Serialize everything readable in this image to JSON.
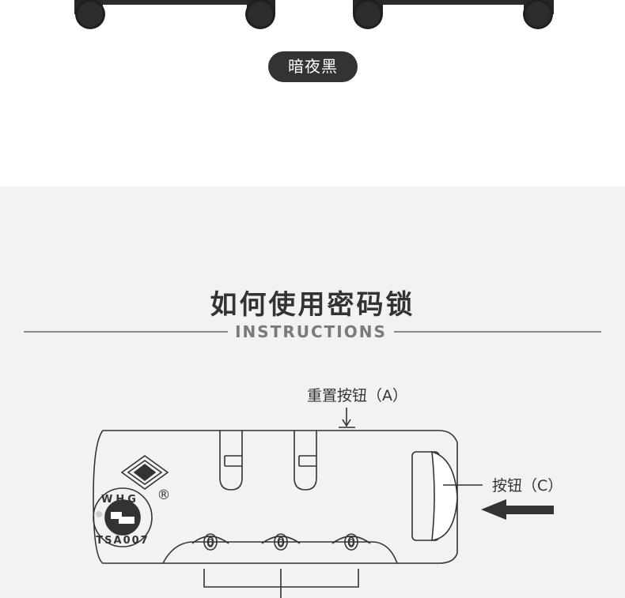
{
  "product": {
    "color_label": "暗夜黑"
  },
  "instructions": {
    "title": "如何使用密码锁",
    "subtitle": "INSTRUCTIONS",
    "reset_button_label": "重置按钮（A）",
    "button_c_label": "按钮（C）",
    "lock_brand": "WHG",
    "lock_model": "TSA007",
    "lock_registered_mark": "®",
    "dial_digits": [
      "0",
      "0",
      "0"
    ]
  },
  "colors": {
    "pill_background": "#333333",
    "section_background": "#f2f2f2",
    "line_color": "#333333"
  }
}
